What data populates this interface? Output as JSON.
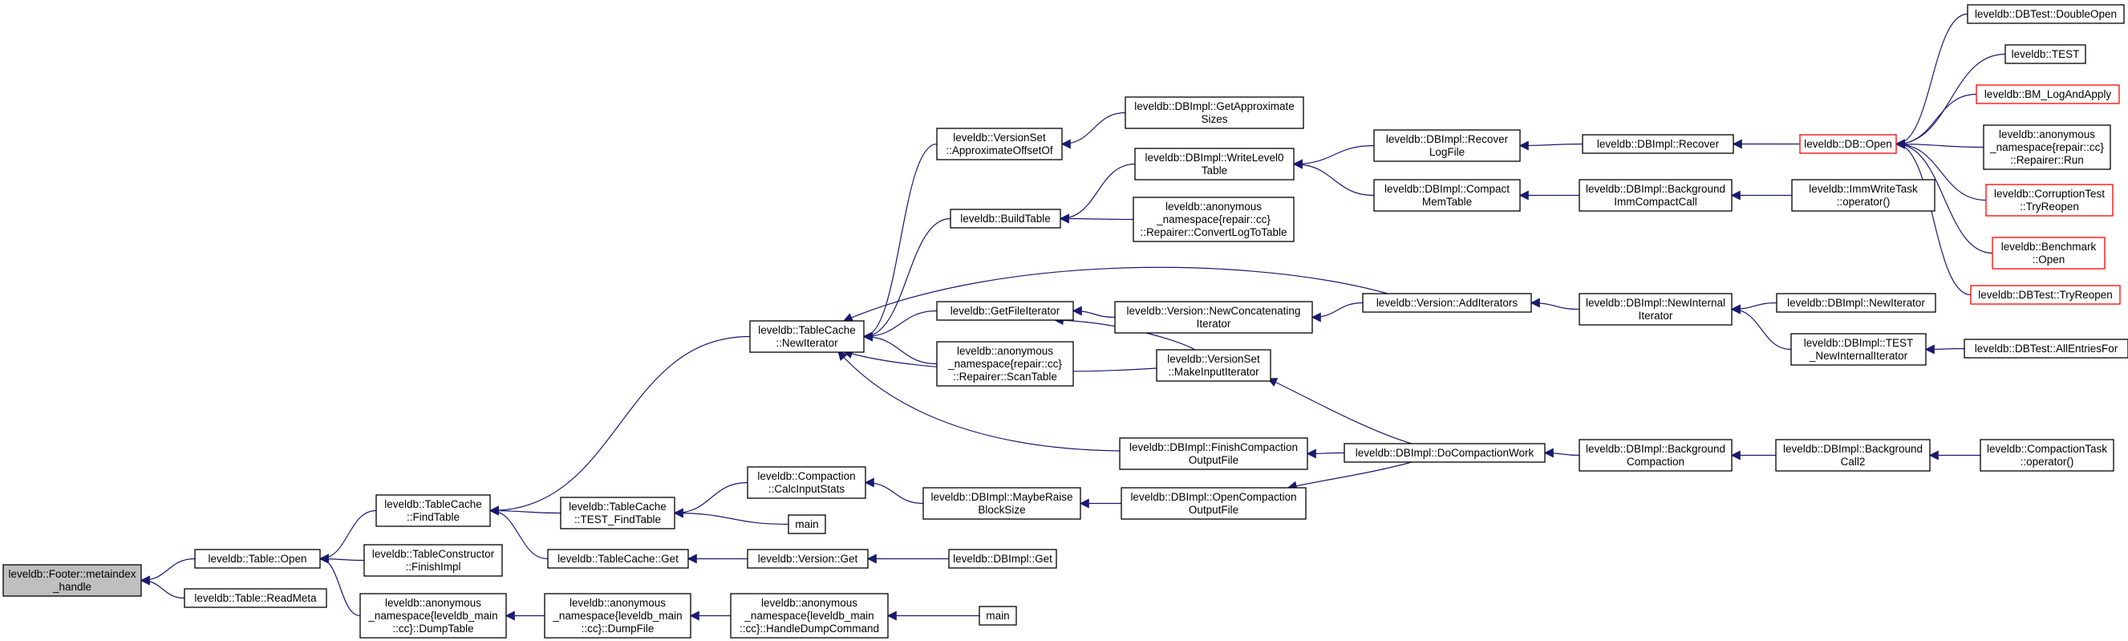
{
  "colors": {
    "edge": "#191970",
    "border": "#000000",
    "border_undocumented": "#ff0000",
    "root_fill": "#bfbfbf",
    "fill": "#ffffff"
  },
  "nodes": [
    {
      "id": "root",
      "lines": [
        "leveldb::Footer::metaindex",
        "_handle"
      ],
      "root": true
    },
    {
      "id": "table_open",
      "lines": [
        "leveldb::Table::Open"
      ]
    },
    {
      "id": "table_readmeta",
      "lines": [
        "leveldb::Table::ReadMeta"
      ]
    },
    {
      "id": "tc_findtable",
      "lines": [
        "leveldb::TableCache",
        "::FindTable"
      ]
    },
    {
      "id": "tconstr_finish",
      "lines": [
        "leveldb::TableConstructor",
        "::FinishImpl"
      ]
    },
    {
      "id": "anon_dumptable",
      "lines": [
        "leveldb::anonymous",
        "_namespace{leveldb_main",
        "::cc}::DumpTable"
      ]
    },
    {
      "id": "tc_newiterator",
      "lines": [
        "leveldb::TableCache",
        "::NewIterator"
      ]
    },
    {
      "id": "tc_test_findtable",
      "lines": [
        "leveldb::TableCache",
        "::TEST_FindTable"
      ]
    },
    {
      "id": "tc_get",
      "lines": [
        "leveldb::TableCache::Get"
      ]
    },
    {
      "id": "anon_dumpfile",
      "lines": [
        "leveldb::anonymous",
        "_namespace{leveldb_main",
        "::cc}::DumpFile"
      ]
    },
    {
      "id": "vs_approxoffset",
      "lines": [
        "leveldb::VersionSet",
        "::ApproximateOffsetOf"
      ]
    },
    {
      "id": "buildtable",
      "lines": [
        "leveldb::BuildTable"
      ]
    },
    {
      "id": "getfileiterator",
      "lines": [
        "leveldb::GetFileIterator"
      ]
    },
    {
      "id": "repair_scantable",
      "lines": [
        "leveldb::anonymous",
        "_namespace{repair::cc}",
        "::Repairer::ScanTable"
      ]
    },
    {
      "id": "compaction_calc",
      "lines": [
        "leveldb::Compaction",
        "::CalcInputStats"
      ]
    },
    {
      "id": "main1",
      "lines": [
        "main"
      ]
    },
    {
      "id": "version_get",
      "lines": [
        "leveldb::Version::Get"
      ]
    },
    {
      "id": "anon_handledump",
      "lines": [
        "leveldb::anonymous",
        "_namespace{leveldb_main",
        "::cc}::HandleDumpCommand"
      ]
    },
    {
      "id": "main2",
      "lines": [
        "main"
      ]
    },
    {
      "id": "dbimpl_getapprox",
      "lines": [
        "leveldb::DBImpl::GetApproximate",
        "Sizes"
      ]
    },
    {
      "id": "dbimpl_writelevel0",
      "lines": [
        "leveldb::DBImpl::WriteLevel0",
        "Table"
      ]
    },
    {
      "id": "repair_convertlog",
      "lines": [
        "leveldb::anonymous",
        "_namespace{repair::cc}",
        "::Repairer::ConvertLogToTable"
      ]
    },
    {
      "id": "version_newconcat",
      "lines": [
        "leveldb::Version::NewConcatenating",
        "Iterator"
      ]
    },
    {
      "id": "vs_makeinputiter",
      "lines": [
        "leveldb::VersionSet",
        "::MakeInputIterator"
      ]
    },
    {
      "id": "dbimpl_finishcompout",
      "lines": [
        "leveldb::DBImpl::FinishCompaction",
        "OutputFile"
      ]
    },
    {
      "id": "dbimpl_mayberaise",
      "lines": [
        "leveldb::DBImpl::MaybeRaise",
        "BlockSize"
      ]
    },
    {
      "id": "dbimpl_opencompout",
      "lines": [
        "leveldb::DBImpl::OpenCompaction",
        "OutputFile"
      ]
    },
    {
      "id": "dbimpl_get",
      "lines": [
        "leveldb::DBImpl::Get"
      ]
    },
    {
      "id": "dbimpl_recoverlogfile",
      "lines": [
        "leveldb::DBImpl::Recover",
        "LogFile"
      ]
    },
    {
      "id": "dbimpl_compactmem",
      "lines": [
        "leveldb::DBImpl::Compact",
        "MemTable"
      ]
    },
    {
      "id": "version_additerators",
      "lines": [
        "leveldb::Version::AddIterators"
      ]
    },
    {
      "id": "dbimpl_docompactionwork",
      "lines": [
        "leveldb::DBImpl::DoCompactionWork"
      ]
    },
    {
      "id": "dbimpl_recover",
      "lines": [
        "leveldb::DBImpl::Recover"
      ]
    },
    {
      "id": "dbimpl_bgimmcompact",
      "lines": [
        "leveldb::DBImpl::Background",
        "ImmCompactCall"
      ]
    },
    {
      "id": "dbimpl_newinternaliter",
      "lines": [
        "leveldb::DBImpl::NewInternal",
        "Iterator"
      ]
    },
    {
      "id": "dbimpl_bgcompaction",
      "lines": [
        "leveldb::DBImpl::Background",
        "Compaction"
      ]
    },
    {
      "id": "db_open",
      "lines": [
        "leveldb::DB::Open"
      ],
      "undocumented": true
    },
    {
      "id": "immwritetask_op",
      "lines": [
        "leveldb::ImmWriteTask",
        "::operator()"
      ]
    },
    {
      "id": "dbimpl_newiterator",
      "lines": [
        "leveldb::DBImpl::NewIterator"
      ]
    },
    {
      "id": "dbimpl_test_newinternaliter",
      "lines": [
        "leveldb::DBImpl::TEST",
        "_NewInternalIterator"
      ]
    },
    {
      "id": "dbimpl_bgcall2",
      "lines": [
        "leveldb::DBImpl::Background",
        "Call2"
      ]
    },
    {
      "id": "dbtest_doubleopen",
      "lines": [
        "leveldb::DBTest::DoubleOpen"
      ]
    },
    {
      "id": "test",
      "lines": [
        "leveldb::TEST"
      ]
    },
    {
      "id": "bm_logandapply",
      "lines": [
        "leveldb::BM_LogAndApply"
      ],
      "undocumented": true
    },
    {
      "id": "repair_run",
      "lines": [
        "leveldb::anonymous",
        "_namespace{repair::cc}",
        "::Repairer::Run"
      ]
    },
    {
      "id": "corruptiontest_tryreopen",
      "lines": [
        "leveldb::CorruptionTest",
        "::TryReopen"
      ],
      "undocumented": true
    },
    {
      "id": "benchmark_open",
      "lines": [
        "leveldb::Benchmark",
        "::Open"
      ],
      "undocumented": true
    },
    {
      "id": "dbtest_tryreopen",
      "lines": [
        "leveldb::DBTest::TryReopen"
      ],
      "undocumented": true
    },
    {
      "id": "dbtest_allentriesfor",
      "lines": [
        "leveldb::DBTest::AllEntriesFor"
      ]
    },
    {
      "id": "compactiontask_op",
      "lines": [
        "leveldb::CompactionTask",
        "::operator()"
      ]
    }
  ],
  "edges": [
    [
      "root",
      "table_open"
    ],
    [
      "root",
      "table_readmeta"
    ],
    [
      "table_open",
      "tc_findtable"
    ],
    [
      "table_open",
      "tconstr_finish"
    ],
    [
      "table_open",
      "anon_dumptable"
    ],
    [
      "tc_findtable",
      "tc_newiterator"
    ],
    [
      "tc_findtable",
      "tc_test_findtable"
    ],
    [
      "tc_findtable",
      "tc_get"
    ],
    [
      "anon_dumptable",
      "anon_dumpfile"
    ],
    [
      "anon_dumpfile",
      "anon_handledump"
    ],
    [
      "anon_handledump",
      "main2"
    ],
    [
      "tc_newiterator",
      "vs_approxoffset"
    ],
    [
      "tc_newiterator",
      "buildtable"
    ],
    [
      "tc_newiterator",
      "version_additerators"
    ],
    [
      "tc_newiterator",
      "getfileiterator"
    ],
    [
      "tc_newiterator",
      "repair_scantable"
    ],
    [
      "tc_newiterator",
      "vs_makeinputiter"
    ],
    [
      "tc_newiterator",
      "dbimpl_finishcompout"
    ],
    [
      "tc_test_findtable",
      "compaction_calc"
    ],
    [
      "tc_test_findtable",
      "main1"
    ],
    [
      "tc_get",
      "version_get"
    ],
    [
      "version_get",
      "dbimpl_get"
    ],
    [
      "vs_approxoffset",
      "dbimpl_getapprox"
    ],
    [
      "buildtable",
      "dbimpl_writelevel0"
    ],
    [
      "buildtable",
      "repair_convertlog"
    ],
    [
      "getfileiterator",
      "version_newconcat"
    ],
    [
      "getfileiterator",
      "vs_makeinputiter"
    ],
    [
      "compaction_calc",
      "dbimpl_mayberaise"
    ],
    [
      "dbimpl_mayberaise",
      "dbimpl_opencompout"
    ],
    [
      "dbimpl_writelevel0",
      "dbimpl_recoverlogfile"
    ],
    [
      "dbimpl_writelevel0",
      "dbimpl_compactmem"
    ],
    [
      "version_newconcat",
      "version_additerators"
    ],
    [
      "vs_makeinputiter",
      "dbimpl_docompactionwork"
    ],
    [
      "dbimpl_finishcompout",
      "dbimpl_docompactionwork"
    ],
    [
      "dbimpl_opencompout",
      "dbimpl_docompactionwork"
    ],
    [
      "dbimpl_recoverlogfile",
      "dbimpl_recover"
    ],
    [
      "dbimpl_compactmem",
      "dbimpl_bgimmcompact"
    ],
    [
      "version_additerators",
      "dbimpl_newinternaliter"
    ],
    [
      "dbimpl_docompactionwork",
      "dbimpl_bgcompaction"
    ],
    [
      "dbimpl_recover",
      "db_open"
    ],
    [
      "dbimpl_bgimmcompact",
      "immwritetask_op"
    ],
    [
      "dbimpl_newinternaliter",
      "dbimpl_newiterator"
    ],
    [
      "dbimpl_newinternaliter",
      "dbimpl_test_newinternaliter"
    ],
    [
      "dbimpl_bgcompaction",
      "dbimpl_bgcall2"
    ],
    [
      "dbimpl_bgcall2",
      "compactiontask_op"
    ],
    [
      "db_open",
      "dbtest_doubleopen"
    ],
    [
      "db_open",
      "test"
    ],
    [
      "db_open",
      "bm_logandapply"
    ],
    [
      "db_open",
      "repair_run"
    ],
    [
      "db_open",
      "corruptiontest_tryreopen"
    ],
    [
      "db_open",
      "benchmark_open"
    ],
    [
      "db_open",
      "dbtest_tryreopen"
    ],
    [
      "dbimpl_test_newinternaliter",
      "dbtest_allentriesfor"
    ]
  ]
}
